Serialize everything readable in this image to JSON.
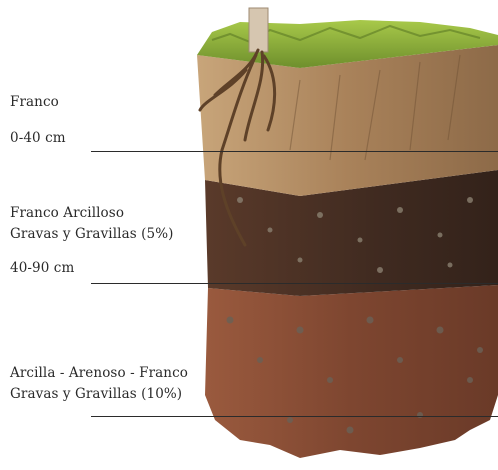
{
  "layers": [
    {
      "name_lines": [
        "Franco"
      ],
      "depth": "0-40 cm",
      "color": "#b48a5e"
    },
    {
      "name_lines": [
        "Franco Arcilloso",
        "Gravas y Gravillas (5%)"
      ],
      "depth": "40-90 cm",
      "color": "#4a3024"
    },
    {
      "name_lines": [
        "Arcilla - Arenoso - Franco",
        "Gravas y Gravillas (10%)"
      ],
      "depth": "",
      "color": "#8a4e35"
    }
  ],
  "colors": {
    "grass": "#7fa33a",
    "topsoil": "#b48a5e",
    "subsoil": "#4a3024",
    "clay": "#8a4e35",
    "rule": "#2b2b2b"
  }
}
